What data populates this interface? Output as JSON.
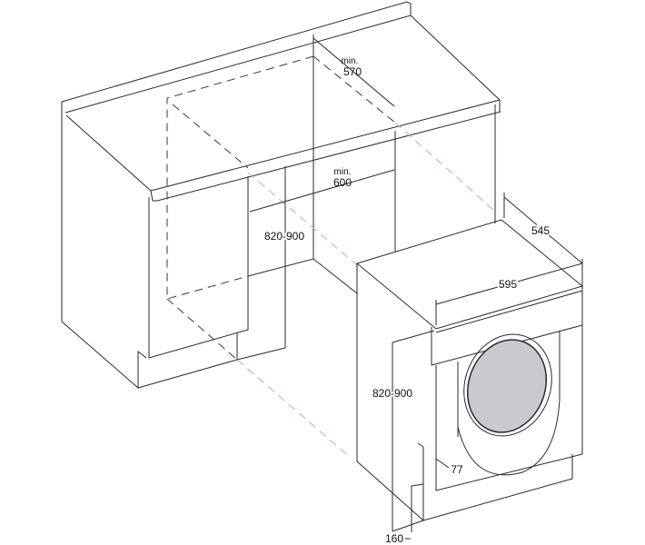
{
  "labels": {
    "depth_min_prefix": "min.",
    "depth_min_value": "570",
    "width_min_prefix": "min.",
    "width_min_value": "600",
    "niche_height": "820-900",
    "appliance_height": "820-900",
    "appliance_depth": "545",
    "appliance_width": "595",
    "door_offset": "77",
    "plinth_height": "160"
  },
  "colors": {
    "line": "#2a2a2a",
    "guide_dash": "#d9a0a8",
    "porthole_glass": "#c9c9d0"
  }
}
